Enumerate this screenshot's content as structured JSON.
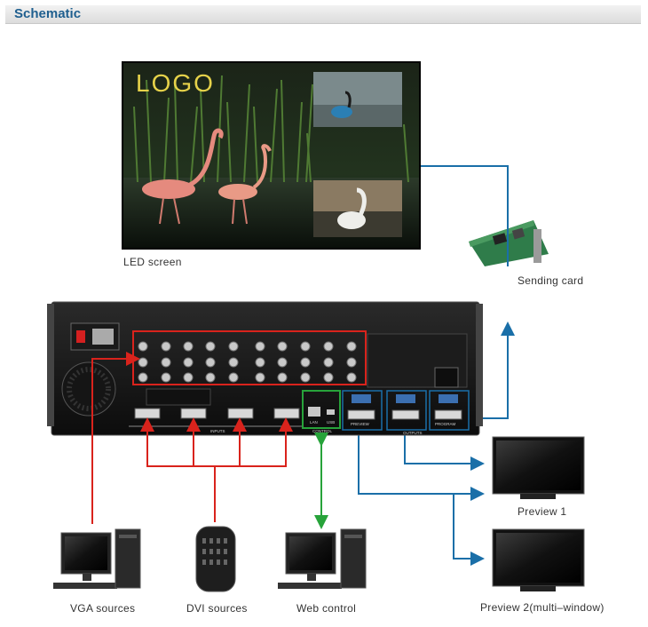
{
  "header": {
    "title": "Schematic"
  },
  "screen": {
    "logo_text": "LOGO",
    "caption": "LED screen"
  },
  "devices": {
    "sending_card": "Sending card",
    "vga_sources": "VGA sources",
    "dvi_sources": "DVI sources",
    "web_control": "Web control",
    "preview1": "Preview 1",
    "preview2": "Preview 2(multi–window)"
  },
  "panel": {
    "inputs_label": "INPUTS",
    "control_label": "CONTROL",
    "outputs_label": "OUTPUTS",
    "preview_label": "PREVIEW",
    "program_label": "PROGRAM",
    "lan_label": "LAN",
    "usb_label": "USB"
  },
  "colors": {
    "input_lines": "#d9231c",
    "control_lines": "#27a33a",
    "output_lines": "#1a6fa8",
    "header_title": "#1f5f8f"
  }
}
